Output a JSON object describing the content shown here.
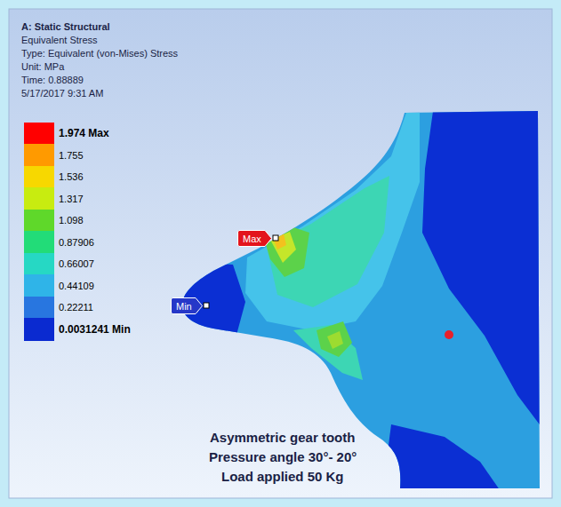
{
  "diagram": {
    "title": "A: Static Structural",
    "nodes": [
      {
        "text": [
          "Max"
        ]
      },
      {
        "text": [
          "Min"
        ]
      }
    ],
    "labels": [
      "Equivalent Stress",
      "Type: Equivalent (von-Mises) Stress",
      "Unit: MPa",
      "Time: 0.88889",
      "5/17/2017 9:31 AM",
      "Asymmetric gear tooth",
      "Pressure angle 30°- 20°",
      "Load applied 50 Kg"
    ],
    "legend": [
      {
        "text": "1.974 Max",
        "color": "#ff0000"
      },
      {
        "text": "1.755",
        "color": "#ff9a00"
      },
      {
        "text": "1.536",
        "color": "#f7d800"
      },
      {
        "text": "1.317",
        "color": "#c8ec10"
      },
      {
        "text": "1.098",
        "color": "#5fd82a"
      },
      {
        "text": "0.87906",
        "color": "#22dc78"
      },
      {
        "text": "0.66007",
        "color": "#26d8c4"
      },
      {
        "text": "0.44109",
        "color": "#2fb4e8"
      },
      {
        "text": "0.22211",
        "color": "#2876e0"
      },
      {
        "text": "0.0031241 Min",
        "color": "#0a2ad0"
      }
    ]
  }
}
